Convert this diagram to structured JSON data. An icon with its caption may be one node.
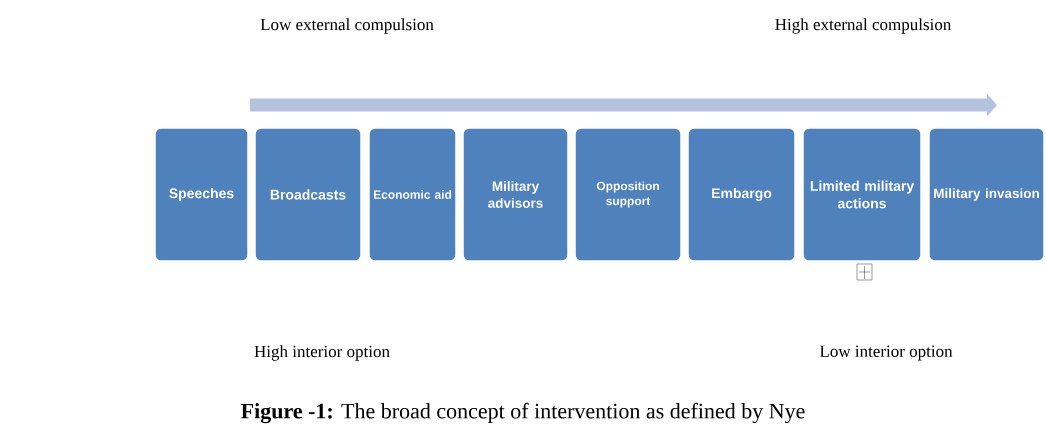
{
  "diagram": {
    "caption": "**Figure -1:** The broad concept of intervention as defined by Nye",
    "nodes": [
      {
        "text": [
          "Speeches"
        ]
      },
      {
        "text": [
          "Broadcasts"
        ]
      },
      {
        "text": [
          "Economic aid"
        ]
      },
      {
        "text": [
          "Military advisors"
        ]
      },
      {
        "text": [
          "Opposition support"
        ]
      },
      {
        "text": [
          "Embargo"
        ]
      },
      {
        "text": [
          "Limited military actions"
        ]
      },
      {
        "text": [
          "Military invasion"
        ]
      }
    ],
    "labels": [
      "Low external compulsion",
      "High external compulsion",
      "High interior option",
      "Low interior option"
    ]
  }
}
